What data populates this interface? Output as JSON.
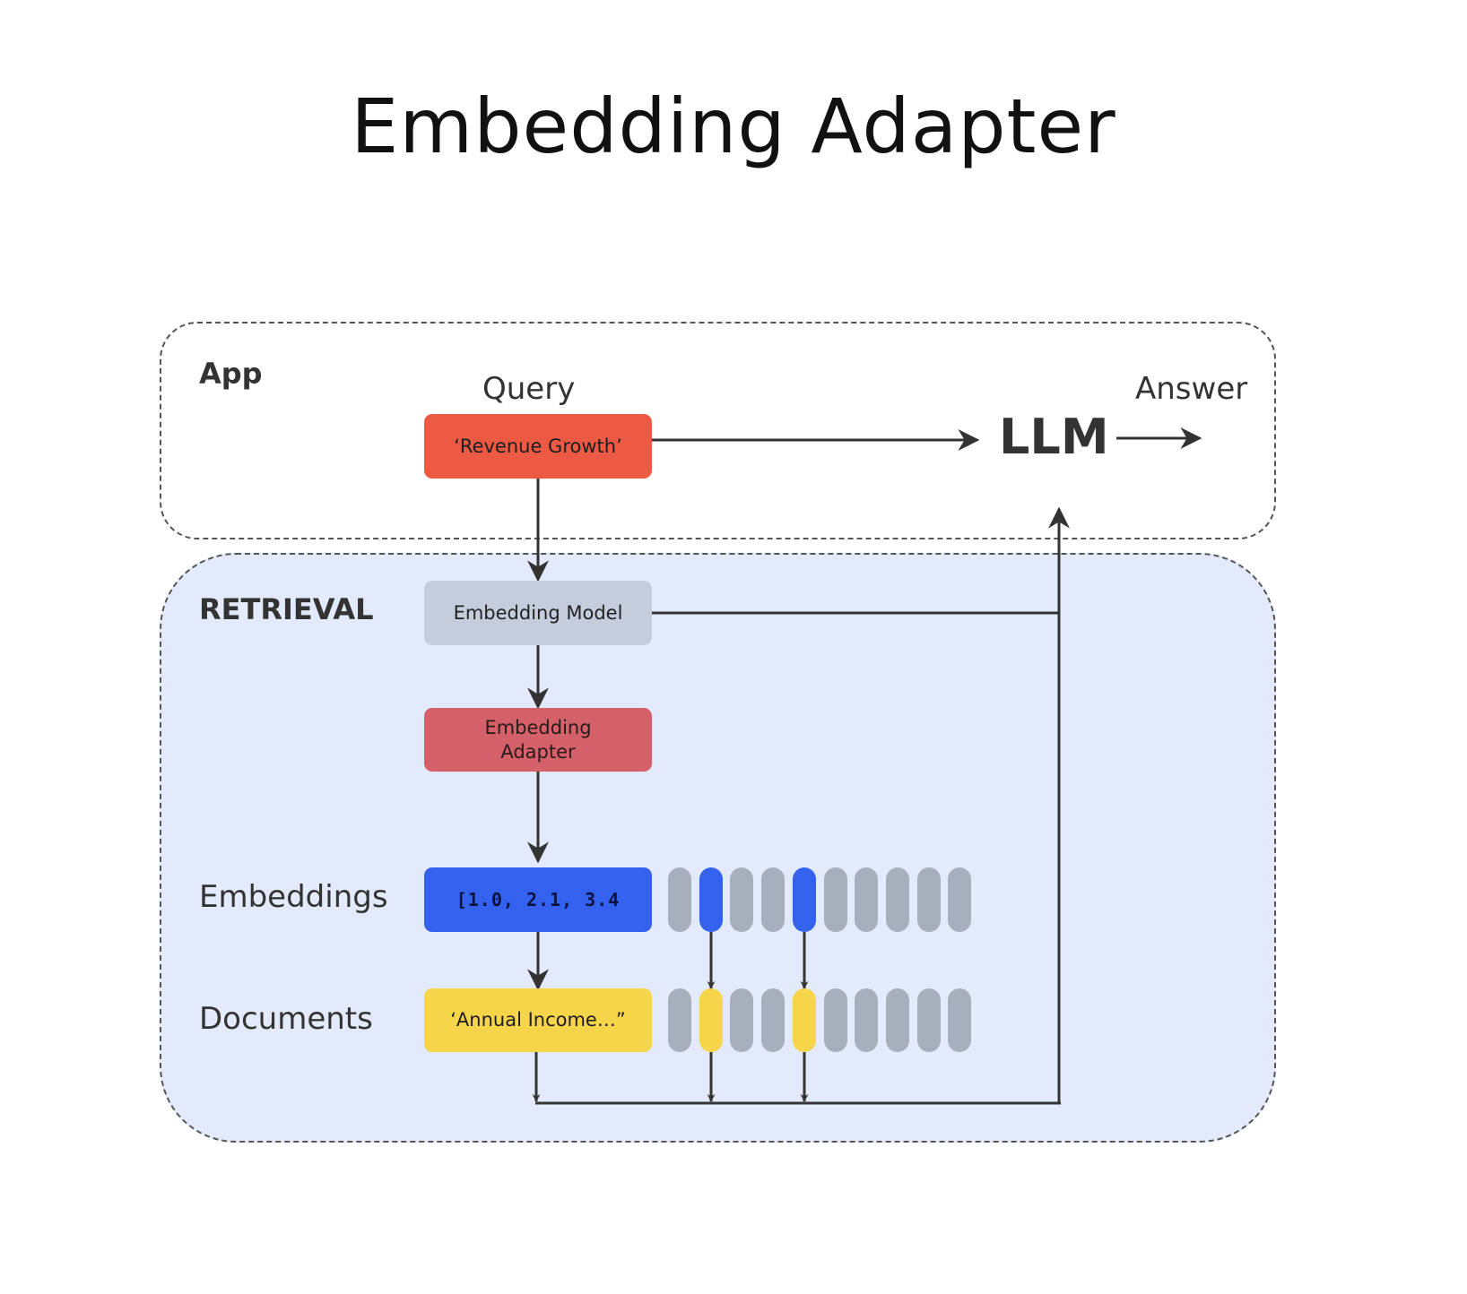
{
  "title": "Embedding Adapter",
  "regions": {
    "app": "App",
    "retrieval": "RETRIEVAL"
  },
  "labels": {
    "query": "Query",
    "answer": "Answer",
    "llm": "LLM",
    "embeddings": "Embeddings",
    "documents": "Documents"
  },
  "nodes": {
    "query_box": "‘Revenue Growth’",
    "embedding_model": "Embedding Model",
    "embedding_adapter": "Embedding\nAdapter",
    "embedding_vector": "[1.0, 2.1, 3.4",
    "document_box": "‘Annual Income…”"
  },
  "colors": {
    "query": "#ec5a43",
    "model": "#c5cddd",
    "adapter": "#d4606a",
    "embedding": "#3461ee",
    "document": "#f6d54b",
    "inactive": "#a7aebc",
    "retrieval_bg": "#e3eafb"
  },
  "slots": {
    "count": 10,
    "selected": [
      2,
      5
    ]
  }
}
